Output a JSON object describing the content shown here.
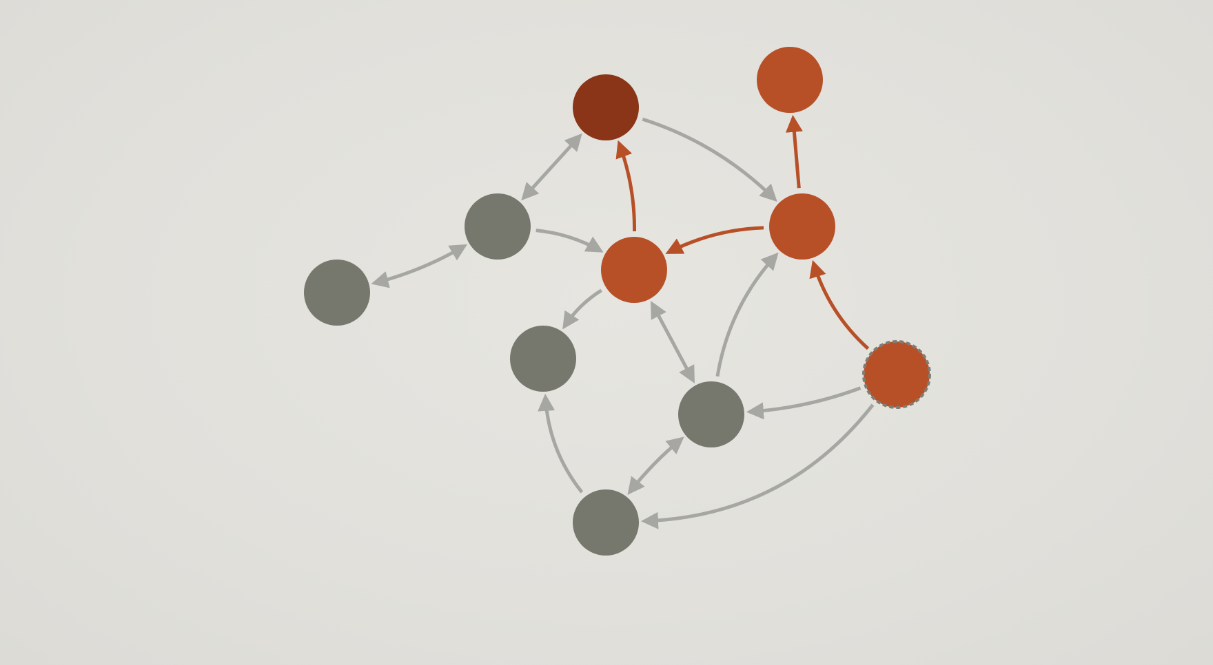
{
  "colors": {
    "background": "#e2e1dc",
    "node_gray": "#77786d",
    "node_orange": "#b85027",
    "node_dark_orange": "#8a3517",
    "edge_gray": "#a6a7a3",
    "edge_orange": "#b85027",
    "dashed_outline": "#7d7d75"
  },
  "nodes": [
    {
      "id": "n-top-dark",
      "state": "dark-highlight"
    },
    {
      "id": "n-top-right",
      "state": "highlight"
    },
    {
      "id": "n-left-upper",
      "state": "default"
    },
    {
      "id": "n-center",
      "state": "highlight"
    },
    {
      "id": "n-right-mid",
      "state": "highlight"
    },
    {
      "id": "n-far-left",
      "state": "default"
    },
    {
      "id": "n-mid-left",
      "state": "default"
    },
    {
      "id": "n-lower-mid",
      "state": "default"
    },
    {
      "id": "n-source",
      "state": "selected-source"
    },
    {
      "id": "n-bottom",
      "state": "default"
    }
  ],
  "edges": [
    {
      "from": "n-left-upper",
      "to": "n-top-dark",
      "direction": "both",
      "state": "default"
    },
    {
      "from": "n-top-dark",
      "to": "n-right-mid",
      "direction": "forward",
      "state": "default"
    },
    {
      "from": "n-right-mid",
      "to": "n-top-right",
      "direction": "forward",
      "state": "highlight"
    },
    {
      "from": "n-center",
      "to": "n-top-dark",
      "direction": "forward",
      "state": "highlight"
    },
    {
      "from": "n-right-mid",
      "to": "n-center",
      "direction": "forward",
      "state": "highlight"
    },
    {
      "from": "n-left-upper",
      "to": "n-center",
      "direction": "forward",
      "state": "default"
    },
    {
      "from": "n-far-left",
      "to": "n-left-upper",
      "direction": "both",
      "state": "default"
    },
    {
      "from": "n-center",
      "to": "n-mid-left",
      "direction": "forward",
      "state": "default"
    },
    {
      "from": "n-center",
      "to": "n-lower-mid",
      "direction": "both",
      "state": "default"
    },
    {
      "from": "n-lower-mid",
      "to": "n-right-mid",
      "direction": "forward",
      "state": "default"
    },
    {
      "from": "n-source",
      "to": "n-right-mid",
      "direction": "forward",
      "state": "highlight"
    },
    {
      "from": "n-source",
      "to": "n-lower-mid",
      "direction": "forward",
      "state": "default"
    },
    {
      "from": "n-lower-mid",
      "to": "n-bottom",
      "direction": "both",
      "state": "default"
    },
    {
      "from": "n-bottom",
      "to": "n-mid-left",
      "direction": "forward",
      "state": "default"
    },
    {
      "from": "n-source",
      "to": "n-bottom",
      "direction": "forward",
      "state": "default"
    }
  ]
}
